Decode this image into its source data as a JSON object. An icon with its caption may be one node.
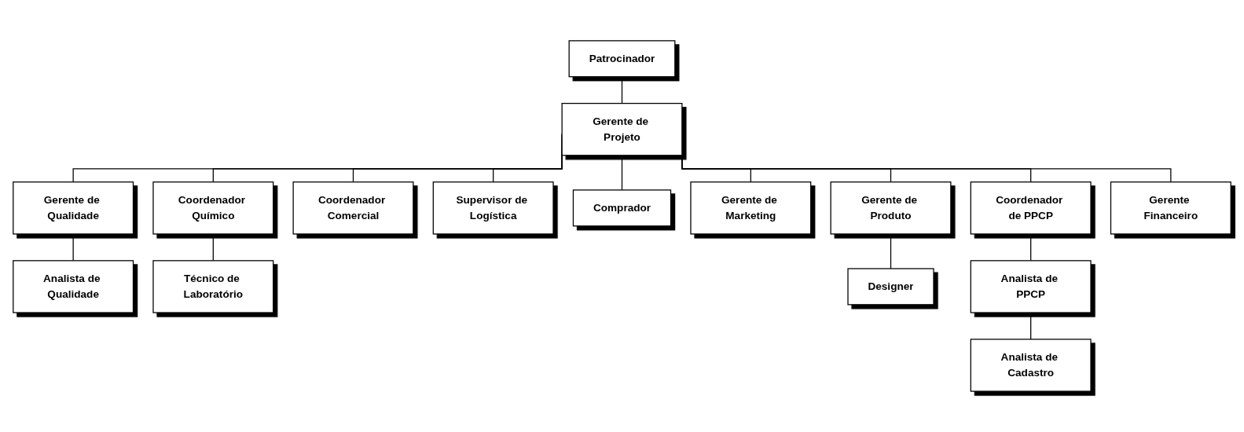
{
  "diagram": {
    "nodes": [
      {
        "text": [
          "Patrocinador"
        ]
      },
      {
        "text": [
          "Gerente de Projeto"
        ]
      },
      {
        "text": [
          "Gerente de Qualidade"
        ]
      },
      {
        "text": [
          "Coordenador Químico"
        ]
      },
      {
        "text": [
          "Coordenador Comercial"
        ]
      },
      {
        "text": [
          "Supervisor de Logística"
        ]
      },
      {
        "text": [
          "Comprador"
        ]
      },
      {
        "text": [
          "Gerente de Marketing"
        ]
      },
      {
        "text": [
          "Gerente de Produto"
        ]
      },
      {
        "text": [
          "Coordenador de PPCP"
        ]
      },
      {
        "text": [
          "Gerente Financeiro"
        ]
      },
      {
        "text": [
          "Analista de Qualidade"
        ]
      },
      {
        "text": [
          "Técnico de Laboratório"
        ]
      },
      {
        "text": [
          "Designer"
        ]
      },
      {
        "text": [
          "Analista de PPCP"
        ]
      },
      {
        "text": [
          "Analista de Cadastro"
        ]
      }
    ],
    "edges": [
      {
        "from": 0,
        "to": 1,
        "arrow": "none"
      },
      {
        "from": 1,
        "to": 2,
        "arrow": "none"
      },
      {
        "from": 1,
        "to": 3,
        "arrow": "none"
      },
      {
        "from": 1,
        "to": 4,
        "arrow": "none"
      },
      {
        "from": 1,
        "to": 5,
        "arrow": "none"
      },
      {
        "from": 1,
        "to": 6,
        "arrow": "none"
      },
      {
        "from": 1,
        "to": 7,
        "arrow": "none"
      },
      {
        "from": 1,
        "to": 8,
        "arrow": "none"
      },
      {
        "from": 1,
        "to": 9,
        "arrow": "none"
      },
      {
        "from": 1,
        "to": 10,
        "arrow": "none"
      },
      {
        "from": 2,
        "to": 11,
        "arrow": "none"
      },
      {
        "from": 3,
        "to": 12,
        "arrow": "none"
      },
      {
        "from": 8,
        "to": 13,
        "arrow": "none"
      },
      {
        "from": 9,
        "to": 14,
        "arrow": "none"
      },
      {
        "from": 14,
        "to": 15,
        "arrow": "none"
      }
    ]
  }
}
